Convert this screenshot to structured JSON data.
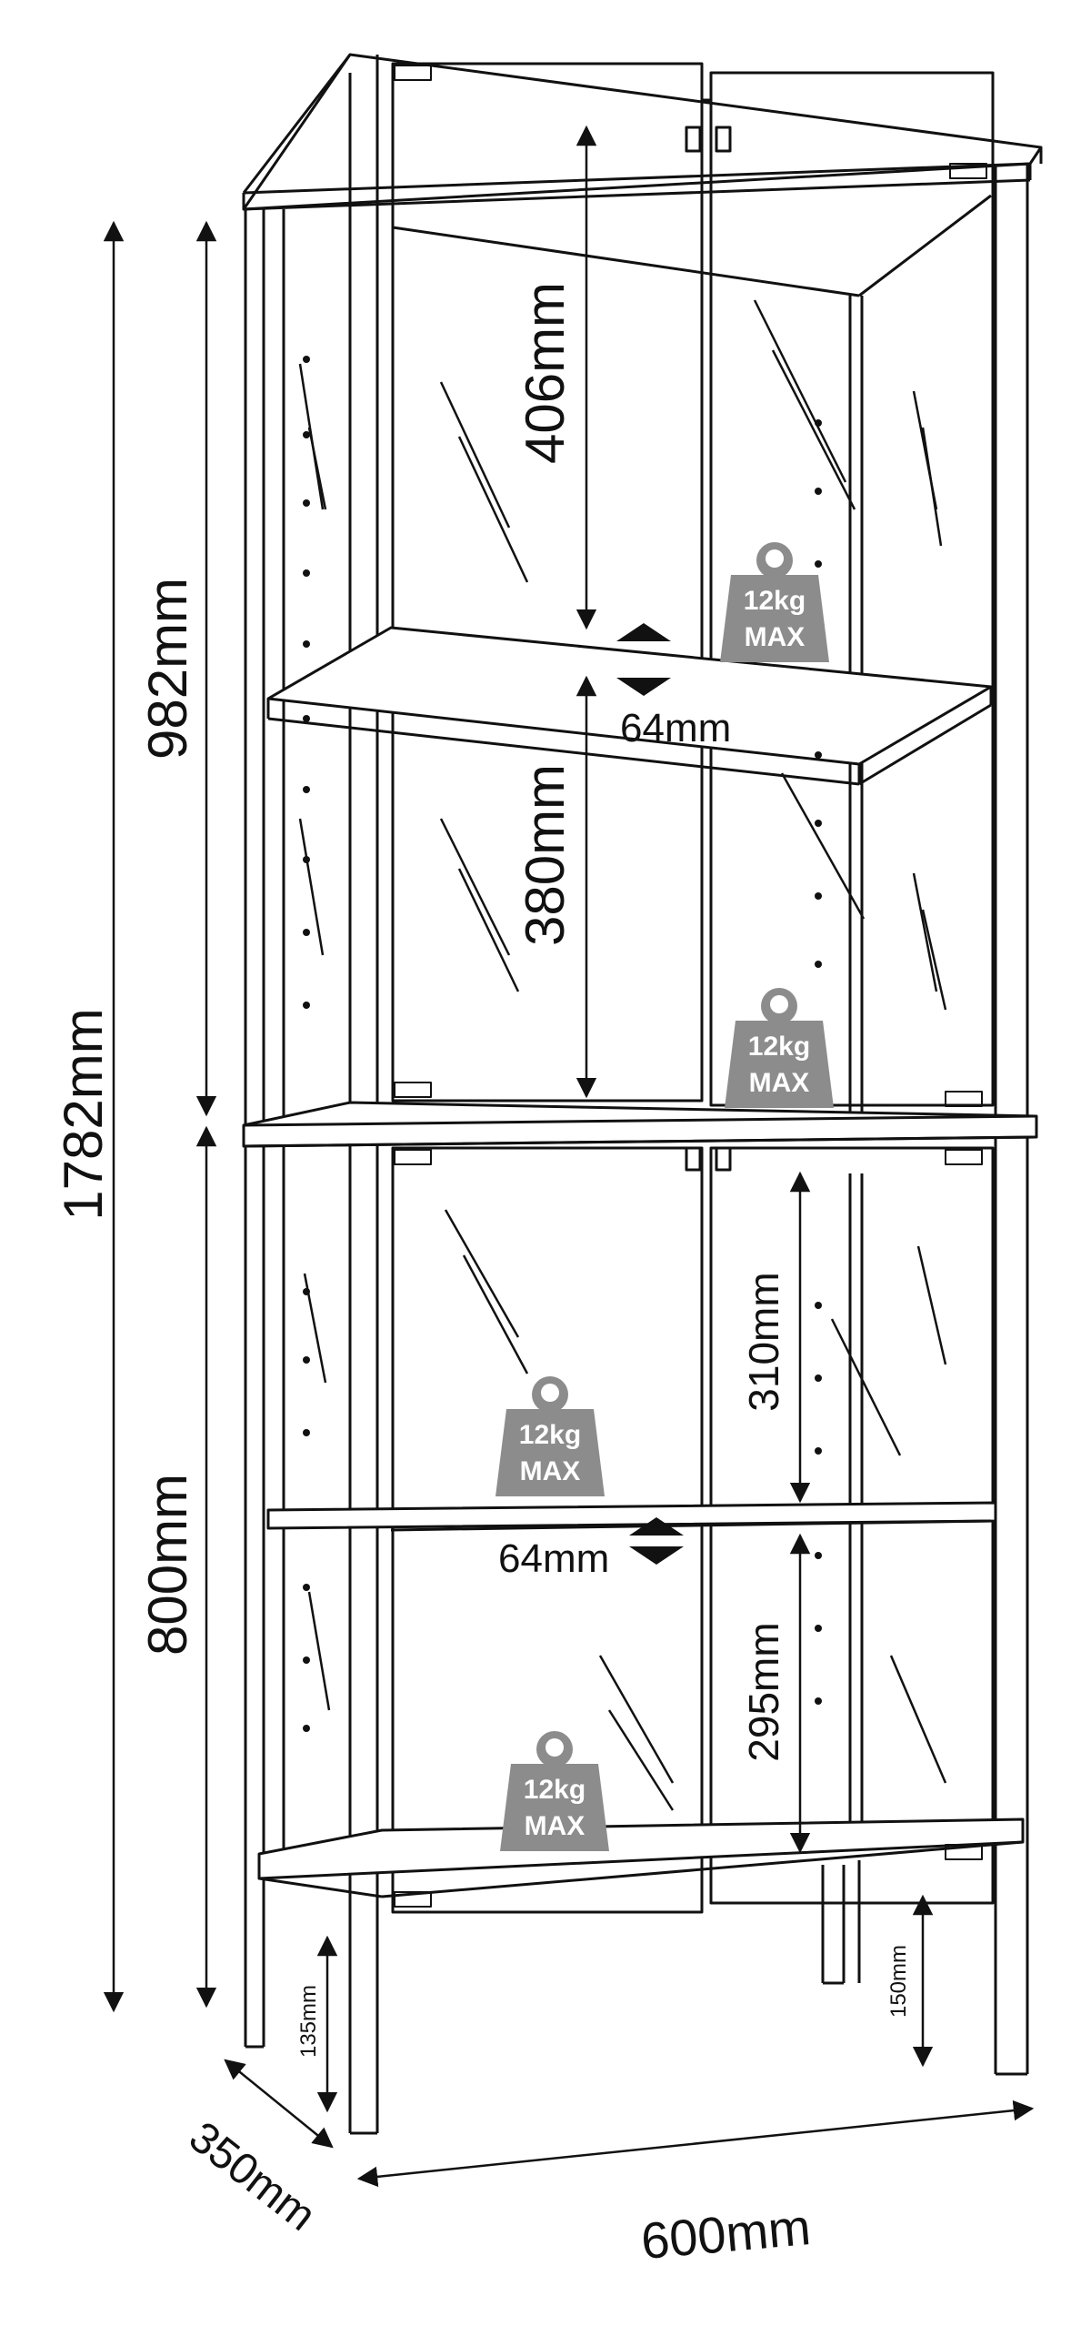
{
  "dimensions": {
    "total_height": "1782mm",
    "upper_height": "982mm",
    "lower_height": "800mm",
    "top_gap": "406mm",
    "upper_gap": "380mm",
    "upper_shelf_adjust": "64mm",
    "lower_top_gap": "310mm",
    "lower_shelf_adjust": "64mm",
    "lower_bottom_gap": "295mm",
    "left_leg": "135mm",
    "right_leg": "150mm",
    "depth": "350mm",
    "width": "600mm"
  },
  "load_badges": [
    {
      "weight": "12kg",
      "max": "MAX"
    },
    {
      "weight": "12kg",
      "max": "MAX"
    },
    {
      "weight": "12kg",
      "max": "MAX"
    },
    {
      "weight": "12kg",
      "max": "MAX"
    }
  ],
  "colors": {
    "line": "#111111",
    "badge": "#8c8c8c",
    "badge_text": "#ffffff"
  }
}
